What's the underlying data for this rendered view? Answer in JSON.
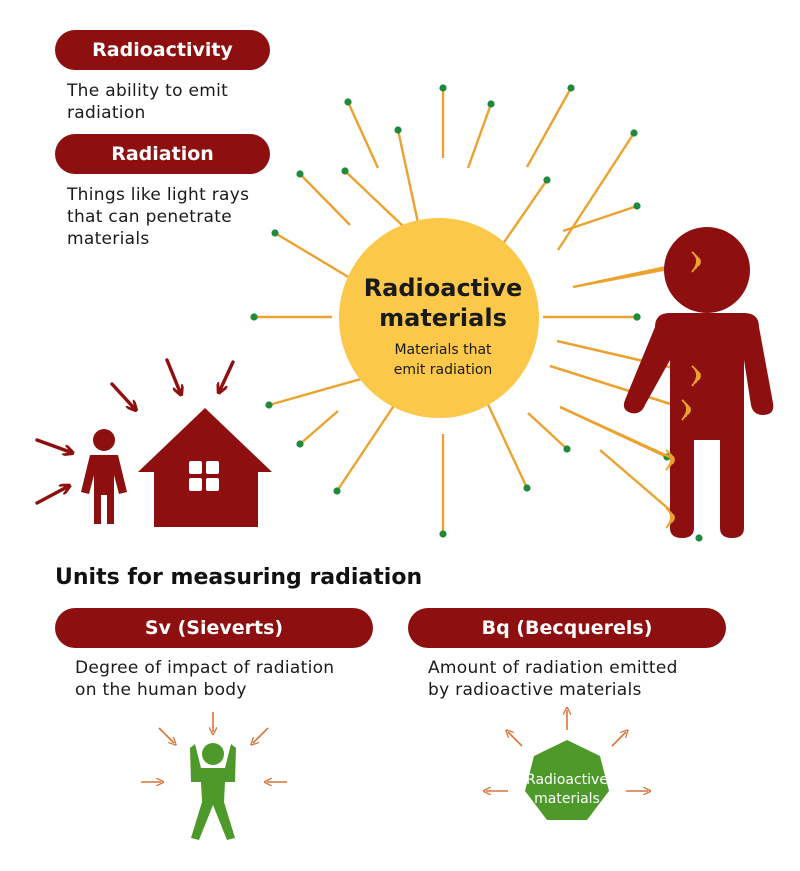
{
  "definitions": [
    {
      "term": "Radioactivity",
      "description": "The ability to emit\nradiation"
    },
    {
      "term": "Radiation",
      "description": "Things like light rays\nthat can penetrate\nmaterials"
    }
  ],
  "center": {
    "title_line1": "Radioactive",
    "title_line2": "materials",
    "subtitle_line1": "Materials that",
    "subtitle_line2": "emit radiation"
  },
  "units": {
    "heading": "Units for measuring radiation",
    "items": [
      {
        "label": "Sv (Sieverts)",
        "description": "Degree of impact of radiation\non the human body"
      },
      {
        "label": "Bq (Becquerels)",
        "description": "Amount of radiation emitted\nby radioactive materials"
      }
    ],
    "bq_badge_line1": "Radioactive",
    "bq_badge_line2": "materials"
  },
  "colors": {
    "dark_red": "#8e0f0f",
    "sun_yellow": "#fbc849",
    "ray_orange": "#eca22e",
    "dot_green": "#1f8a3c",
    "figure_green": "#4d9a2a",
    "arrow_orange": "#d8743a"
  }
}
